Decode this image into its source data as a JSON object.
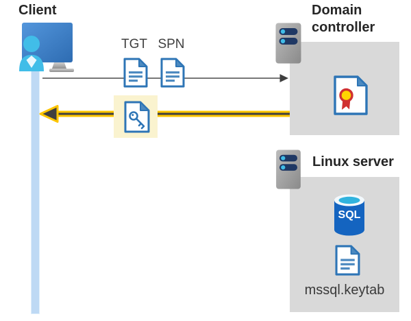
{
  "client": {
    "title": "Client"
  },
  "tickets": {
    "tgt_label": "TGT",
    "spn_label": "SPN"
  },
  "domain_controller": {
    "title": "Domain controller"
  },
  "linux_server": {
    "title": "Linux server",
    "sql_icon_label": "SQL",
    "keytab_label": "mssql.keytab"
  },
  "colors": {
    "doc_border_blue": "#2e75b6",
    "doc_detail_blue": "#4d8ac0",
    "person_cyan": "#41bde8",
    "panel_gray": "#d9d9d9",
    "highlight_yellow": "#faf3cf",
    "arrow_yellow": "#fdc500",
    "arrow_dark": "#3f3f3f",
    "request_arrow_gray": "#4a4a4a",
    "sql_blue": "#1464c0",
    "lifeline_blue": "#bed9f4",
    "server_slot_navy": "#1f3864",
    "rosette_yellow": "#ffd400",
    "rosette_red": "#d03030"
  }
}
